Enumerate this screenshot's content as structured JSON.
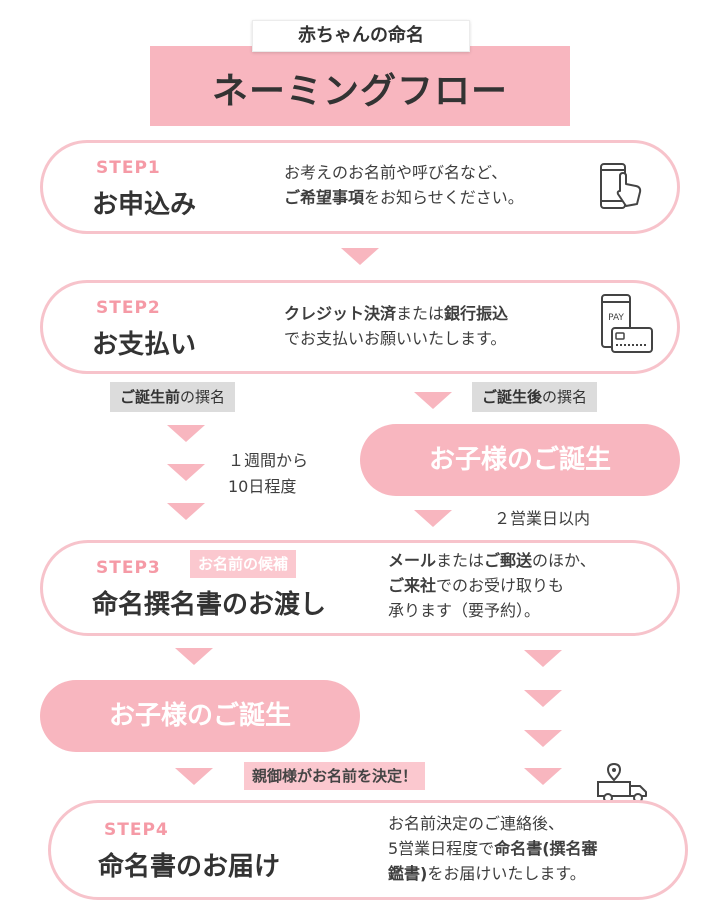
{
  "header": {
    "subtitle": "赤ちゃんの命名",
    "title": "ネーミングフロー"
  },
  "step1": {
    "label": "STEP1",
    "title": "お申込み",
    "desc_line1": "お考えのお名前や呼び名など、",
    "desc_line2_bold": "ご希望事項",
    "desc_line2_rest": "をお知らせください。"
  },
  "step2": {
    "label": "STEP2",
    "title": "お支払い",
    "desc_line1_bold1": "クレジット決済",
    "desc_line1_mid": "または",
    "desc_line1_bold2": "銀行振込",
    "desc_line2": "でお支払いお願いいたします。",
    "icon_pay_text": "PAY"
  },
  "branch": {
    "left_tag_bold": "ご誕生前",
    "left_tag_rest": "の撰名",
    "right_tag_bold": "ご誕生後",
    "right_tag_rest": "の撰名",
    "left_note_line1": "１週間から",
    "left_note_line2": "10日程度",
    "birth_pill": "お子様のご誕生",
    "right_note": "２営業日以内"
  },
  "step3": {
    "label": "STEP3",
    "tag": "お名前の候補",
    "title": "命名撰名書のお渡し",
    "desc_line1_bold1": "メール",
    "desc_line1_mid": "または",
    "desc_line1_bold2": "ご郵送",
    "desc_line1_rest": "のほか、",
    "desc_line2_bold": "ご来社",
    "desc_line2_rest": "でのお受け取りも",
    "desc_line3": "承ります（要予約）。"
  },
  "birth2": {
    "pill": "お子様のご誕生",
    "decide_tag": "親御様がお名前を決定！"
  },
  "step4": {
    "label": "STEP4",
    "title": "命名書のお届け",
    "desc_line1": "お名前決定のご連絡後、",
    "desc_line2_rest": "5営業日程度で",
    "desc_line2_bold": "命名書(撰名審",
    "desc_line3_bold": "鑑書)",
    "desc_line3_rest": "をお届けいたします。"
  },
  "colors": {
    "pink": "#f8b6bf",
    "pink_text": "#f59aa6",
    "pink_border": "#f7c3cb",
    "gray_tag": "#dcdcdc",
    "text": "#3e3e3e"
  },
  "icons": [
    "smartphone-tap-icon",
    "payment-card-icon",
    "delivery-truck-icon"
  ]
}
